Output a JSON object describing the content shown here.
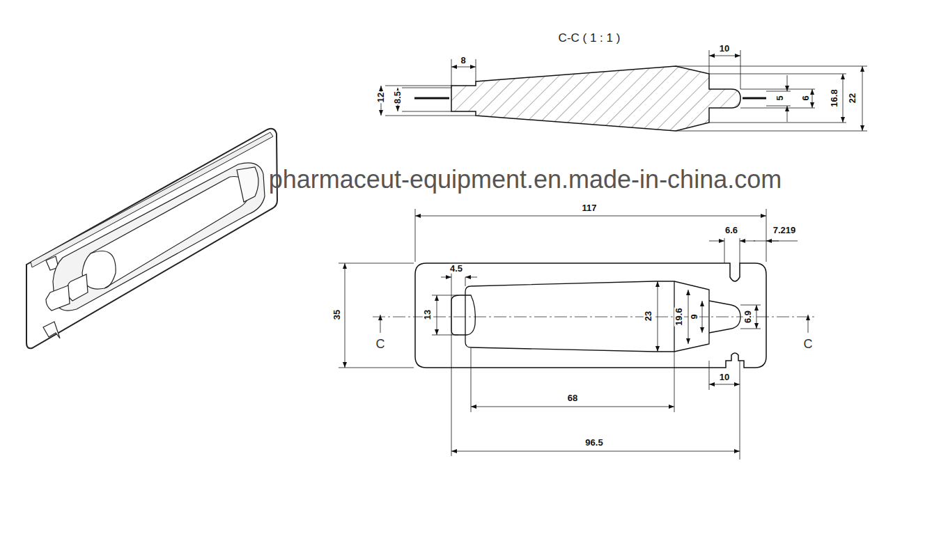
{
  "diagram": {
    "labels": [
      "C-C ( 1 : 1 )",
      "8",
      "12",
      "8.5",
      "10",
      "5",
      "6",
      "16.8",
      "22",
      "pharmaceut-equipment.en.made-in-china.com",
      "117",
      "6.6",
      "7.219",
      "4.5",
      "35",
      "13",
      "23",
      "19.6",
      "9",
      "6.9",
      "C",
      "C",
      "10",
      "68",
      "96.5"
    ]
  }
}
